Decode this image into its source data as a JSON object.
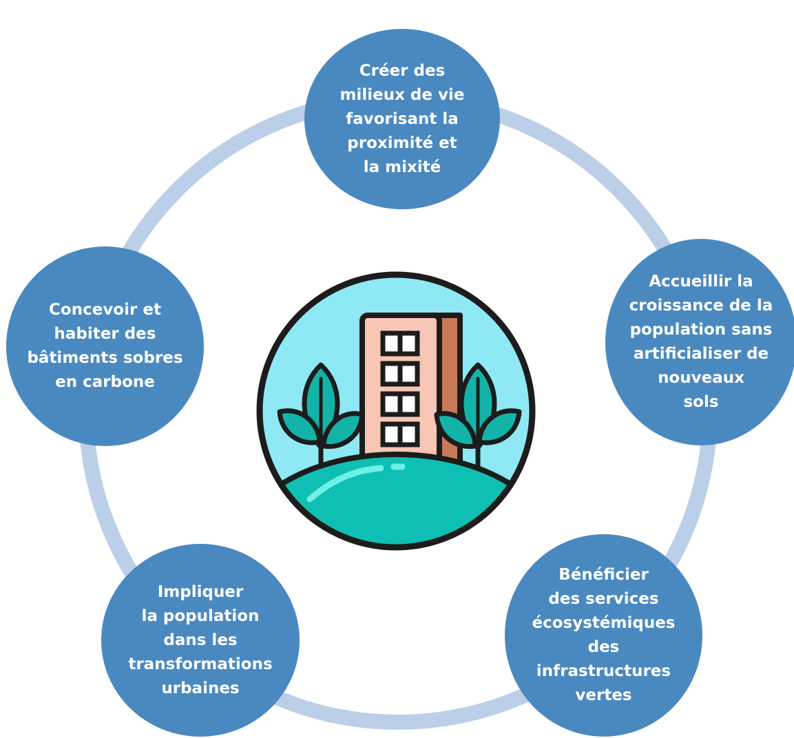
{
  "colors": {
    "node_fill": "#4a89c0",
    "ring_stroke": "#bccfe8",
    "node_text": "#ffffff",
    "sky": "#8ee9f5",
    "hill": "#10bfb3",
    "building_front": "#f7c6b4",
    "building_side": "#c87a57",
    "leaf": "#14b3a8"
  },
  "center_illustration": {
    "icon": "green-city-building-icon"
  },
  "nodes": [
    {
      "id": "top",
      "label": "Créer des\nmilieux de vie\nfavorisant la\nproximité et\nla mixité"
    },
    {
      "id": "right",
      "label": "Accueillir la\ncroissance de la\npopulation sans\nartificialiser de\nnouveaux\nsols"
    },
    {
      "id": "bottom-right",
      "label": "Bénéficier\ndes services\nécosystémiques des\ninfrastructures\nvertes"
    },
    {
      "id": "bottom-left",
      "label": "Impliquer\nla population\ndans les\ntransformations\nurbaines"
    },
    {
      "id": "left",
      "label": "Concevoir et\nhabiter des\nbâtiments sobres\nen carbone"
    }
  ]
}
